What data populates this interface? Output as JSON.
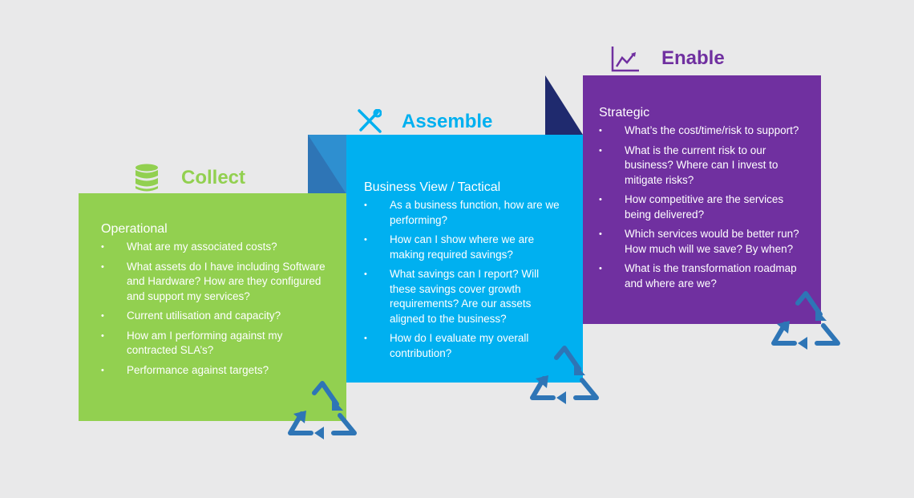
{
  "collect": {
    "heading": "Collect",
    "icon": "database-icon",
    "color": "#92d050",
    "subtitle": "Operational",
    "items": [
      "What are my associated costs?",
      "What assets do I have including Software and Hardware? How are they configured and support my services?",
      "Current utilisation and capacity?",
      "How am I performing against my contracted SLA’s?",
      "Performance against targets?"
    ]
  },
  "assemble": {
    "heading": "Assemble",
    "icon": "tools-icon",
    "color": "#00b0f0",
    "subtitle": "Business View / Tactical",
    "items": [
      "As a business function, how are we performing?",
      "How can I show where we are making required savings?",
      "What savings can I report? Will these savings cover growth requirements? Are our assets aligned to the business?",
      "How do I evaluate my overall contribution?"
    ]
  },
  "enable": {
    "heading": "Enable",
    "icon": "line-chart-icon",
    "color": "#7030a0",
    "subtitle": "Strategic",
    "items": [
      "What’s the cost/time/risk to support?",
      "What is the current risk to our business? Where can I invest to mitigate risks?",
      "How competitive are the services being delivered?",
      "Which services would be better run? How much will we save? By when?",
      "What is the transformation roadmap and where are we?"
    ]
  },
  "recycle_icon": "recycle-icon",
  "recycle_color": "#2e75b6"
}
